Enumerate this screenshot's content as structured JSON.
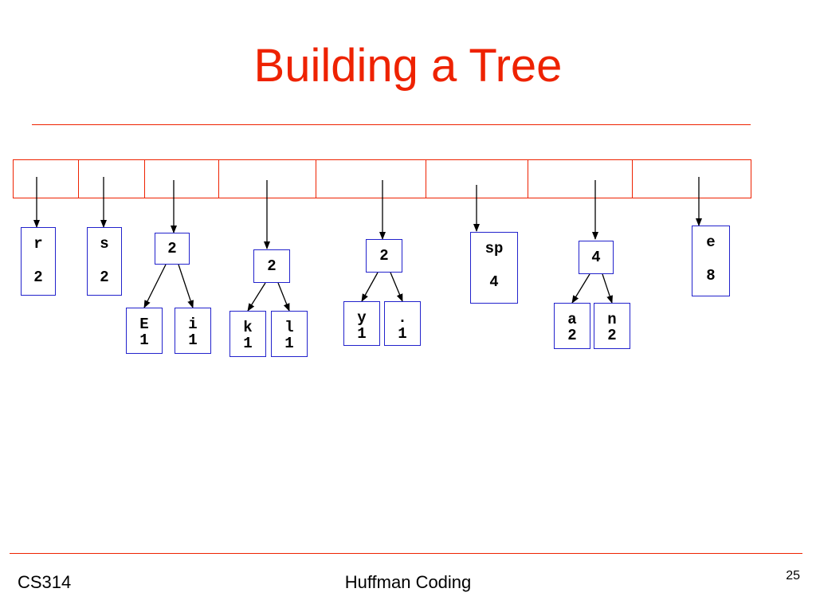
{
  "slide": {
    "title": "Building a Tree",
    "footer_left": "CS314",
    "footer_center": "Huffman Coding",
    "page_number": "25"
  },
  "colors": {
    "accent": "#ee2200",
    "node_border": "#2222cc",
    "text": "#000000"
  },
  "queue_slots": 8,
  "trees": [
    {
      "ch": "r",
      "freq": "2"
    },
    {
      "ch": "s",
      "freq": "2"
    },
    {
      "freq": "2",
      "children": [
        {
          "ch": "E",
          "freq": "1"
        },
        {
          "ch": "i",
          "freq": "1"
        }
      ]
    },
    {
      "freq": "2",
      "children": [
        {
          "ch": "k",
          "freq": "1"
        },
        {
          "ch": "l",
          "freq": "1"
        }
      ]
    },
    {
      "freq": "2",
      "children": [
        {
          "ch": "y",
          "freq": "1"
        },
        {
          "ch": ".",
          "freq": "1"
        }
      ]
    },
    {
      "ch": "sp",
      "freq": "4"
    },
    {
      "freq": "4",
      "children": [
        {
          "ch": "a",
          "freq": "2"
        },
        {
          "ch": "n",
          "freq": "2"
        }
      ]
    },
    {
      "ch": "e",
      "freq": "8"
    }
  ]
}
